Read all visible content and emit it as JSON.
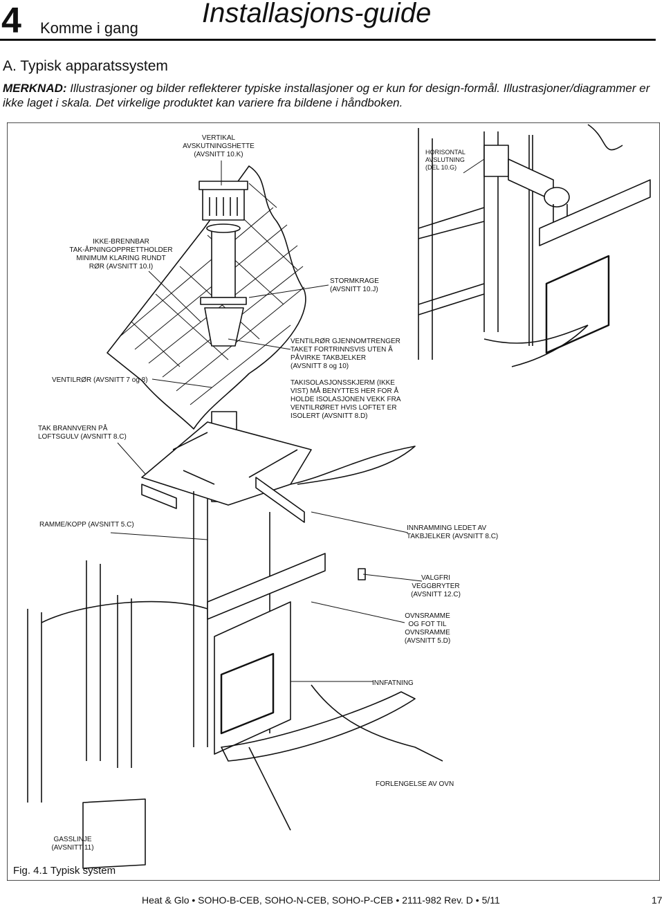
{
  "header": {
    "chapter_number": "4",
    "chapter_title": "Komme i gang",
    "document_title": "Installasjons-guide"
  },
  "section": {
    "heading": "A.  Typisk apparatssystem"
  },
  "note": {
    "prefix": "MERKNAD:",
    "text": " Illustrasjoner og bilder reflekterer typiske installasjoner og er kun for design-formål. Illustrasjoner/diagrammer er ikke laget i skala. Det virkelige produktet kan variere fra bildene i håndboken."
  },
  "figure": {
    "labels": {
      "vertical_cap": [
        "VERTIKAL",
        "AVSKUTNINGSHETTE",
        "(AVSNITT 10.K)"
      ],
      "horizontal_term": [
        "HORISONTAL",
        "AVSLUTNING",
        "(DEL 10.G)"
      ],
      "roof_opening": [
        "IKKE-BRENNBAR",
        "TAK-ÅPNINGOPPRETTHOLDER",
        "MINIMUM KLARING RUNDT",
        "RØR (AVSNITT 10.I)"
      ],
      "storm_collar": [
        "STORMKRAGE",
        "(AVSNITT 10.J)"
      ],
      "vent_through_ceiling": [
        "VENTILRØR GJENNOMTRENGER",
        "TAKET FORTRINNSVIS UTEN Å",
        "PÅVIRKE TAKBJELKER",
        "(AVSNITT 8 og 10)"
      ],
      "vent_pipe": [
        "VENTILRØR (AVSNITT 7 og 8)"
      ],
      "attic_shield": [
        "TAKISOLASJONSSKJERM (IKKE",
        "VIST) MÅ BENYTTES HER FOR Å",
        "HOLDE ISOLASJONEN VEKK FRA",
        "VENTILRØRET HVIS LOFTET ER",
        "ISOLERT (AVSNITT 8.D)"
      ],
      "ceiling_firestop": [
        "TAK BRANNVERN PÅ",
        "LOFTSGULV (AVSNITT 8.C)"
      ],
      "frame_hood": [
        "RAMME/KOPP (AVSNITT 5.C)"
      ],
      "joist_framing": [
        "INNRAMMING LEDET AV",
        "TAKBJELKER (AVSNITT 8.C)"
      ],
      "wall_switch": [
        "VALGFRI",
        "VEGGBRYTER",
        "(AVSNITT 12.C)"
      ],
      "stove_frame": [
        "OVNSRAMME",
        "OG FOT TIL",
        "OVNSRAMME",
        "(AVSNITT 5.D)"
      ],
      "surround": [
        "INNFATNING"
      ],
      "hearth_extension": [
        "FORLENGELSE AV OVN"
      ],
      "gas_line": [
        "GASSLINJE",
        "(AVSNITT 11)"
      ]
    },
    "caption": "Fig. 4.1  Typisk system"
  },
  "footer": {
    "text": "Heat & Glo  •  SOHO-B-CEB, SOHO-N-CEB, SOHO-P-CEB  •  2111-982 Rev. D  •  5/11",
    "page_number": "17"
  }
}
